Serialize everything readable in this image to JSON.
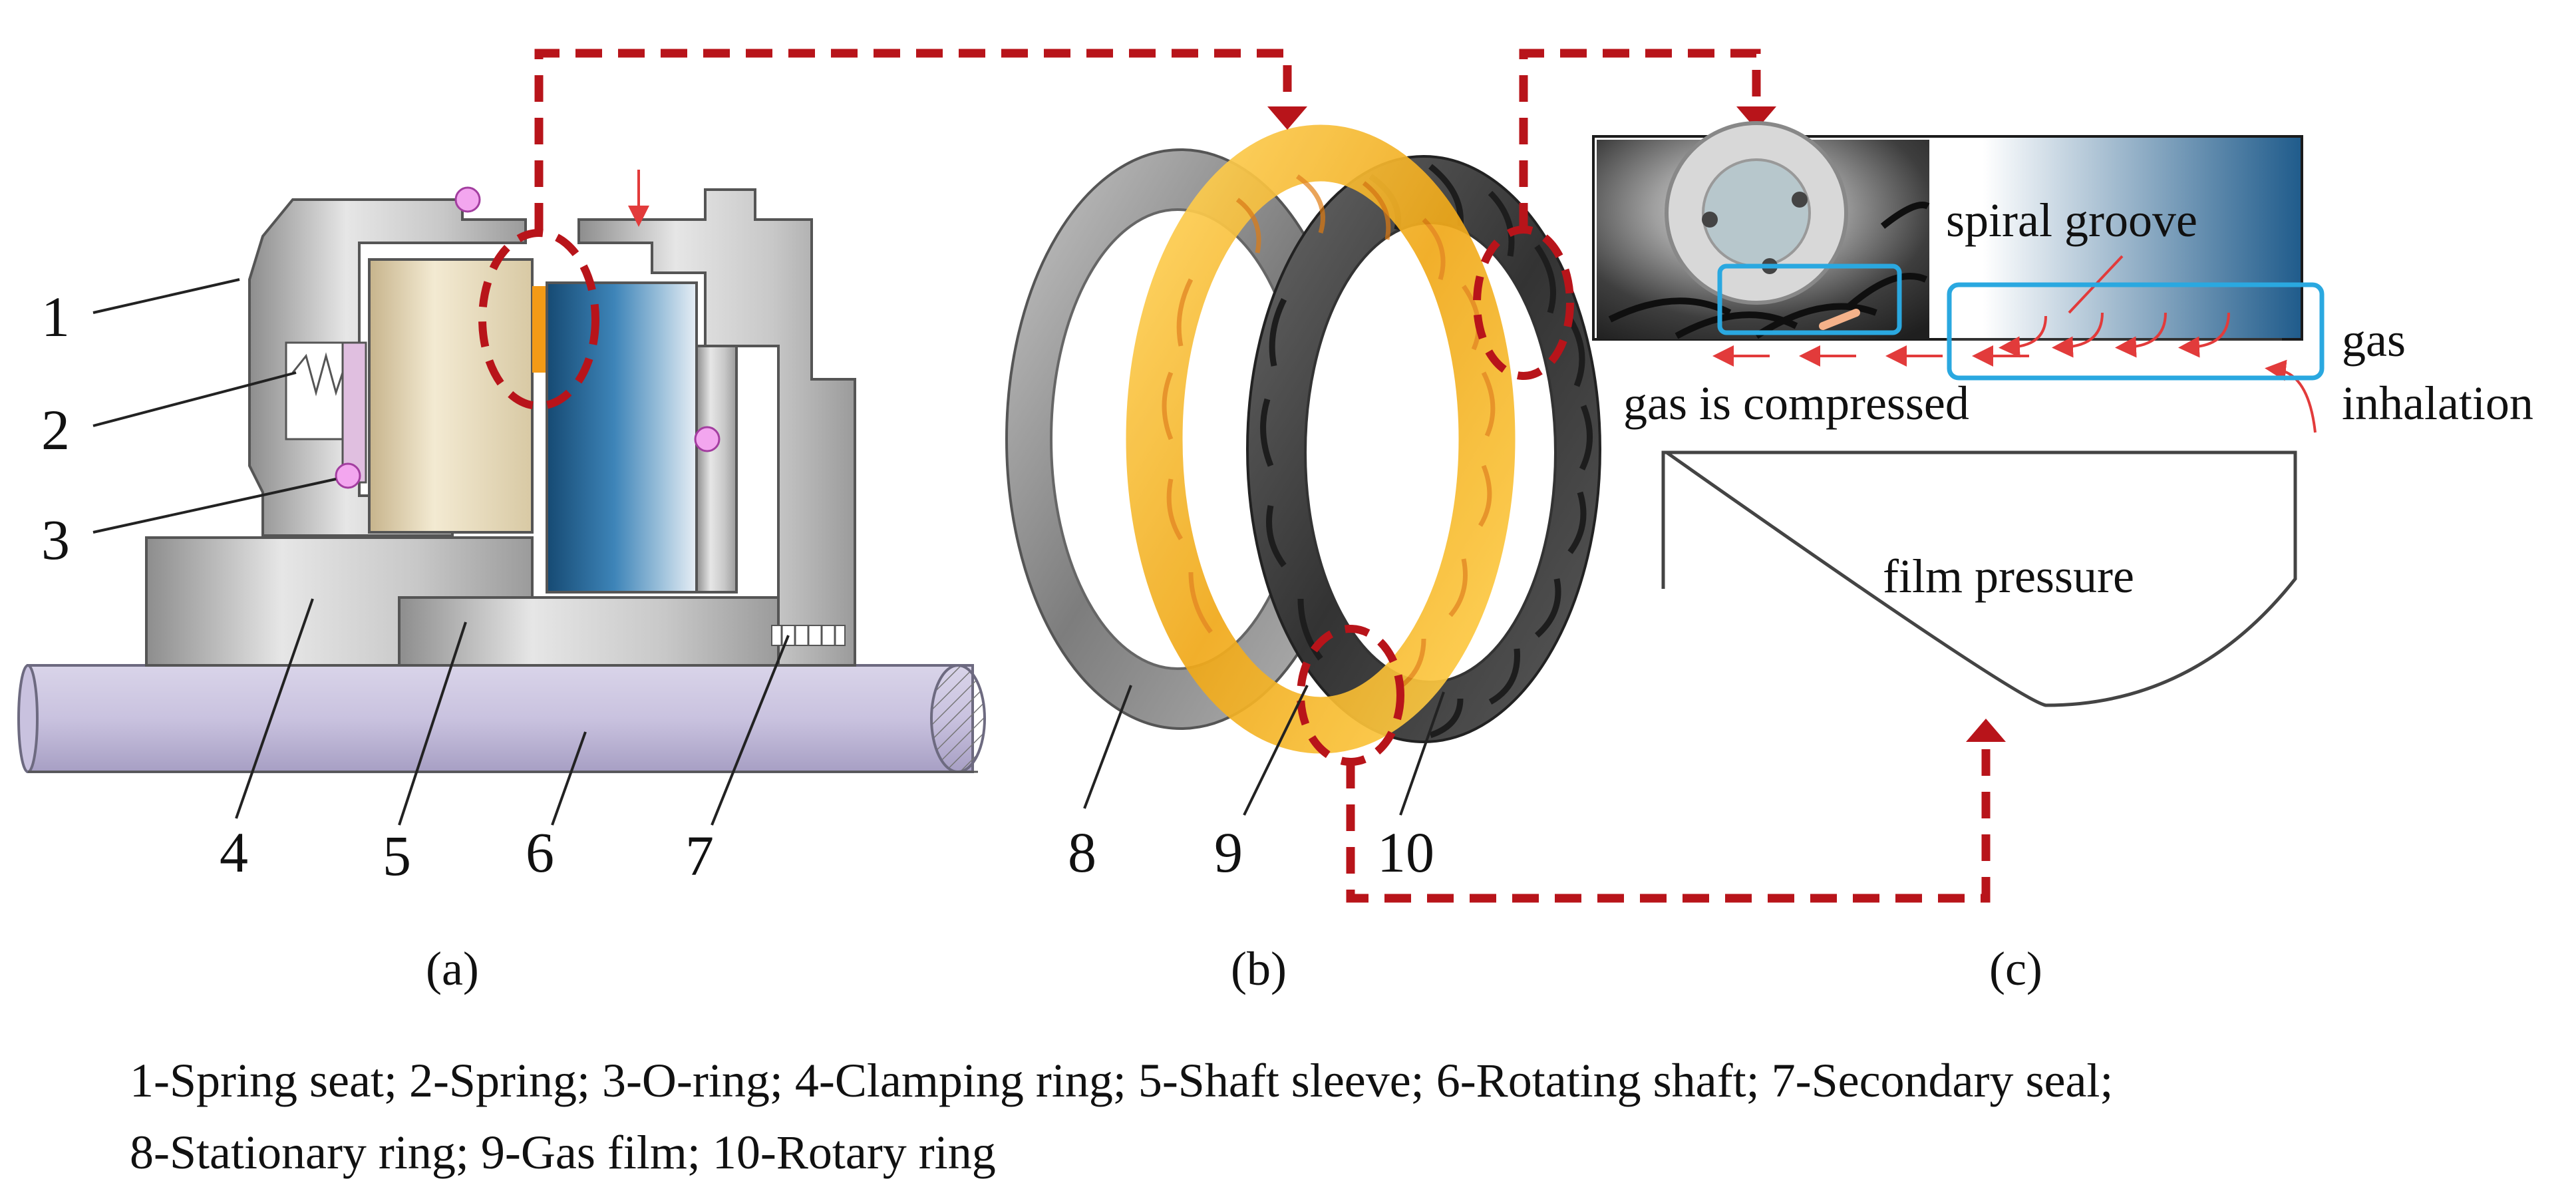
{
  "panel_a": {
    "label": "(a)",
    "part_numbers": [
      "1",
      "2",
      "3",
      "4",
      "5",
      "6",
      "7"
    ]
  },
  "panel_b": {
    "label": "(b)",
    "part_numbers": [
      "8",
      "9",
      "10"
    ]
  },
  "panel_c": {
    "label": "(c)",
    "spiral_groove": "spiral groove",
    "gas_compressed": "gas is compressed",
    "gas_inhalation_1": "gas",
    "gas_inhalation_2": "inhalation",
    "film_pressure": "film pressure"
  },
  "caption": {
    "line1": "1-Spring seat; 2-Spring; 3-O-ring; 4-Clamping ring; 5-Shaft sleeve; 6-Rotating shaft; 7-Secondary seal;",
    "line2": "8-Stationary ring; 9-Gas film; 10-Rotary ring"
  },
  "colors": {
    "connector": "#b8141a",
    "highlight_box": "#2aa8e0",
    "arrow_red": "#e23b3b",
    "gas_film": "#f3b51e",
    "rotary_ring": "#505050",
    "stationary_ring": "#9a9a9a",
    "sleeve_blue": "#2f6d9c",
    "housing_grey": "#c9c9c9"
  }
}
